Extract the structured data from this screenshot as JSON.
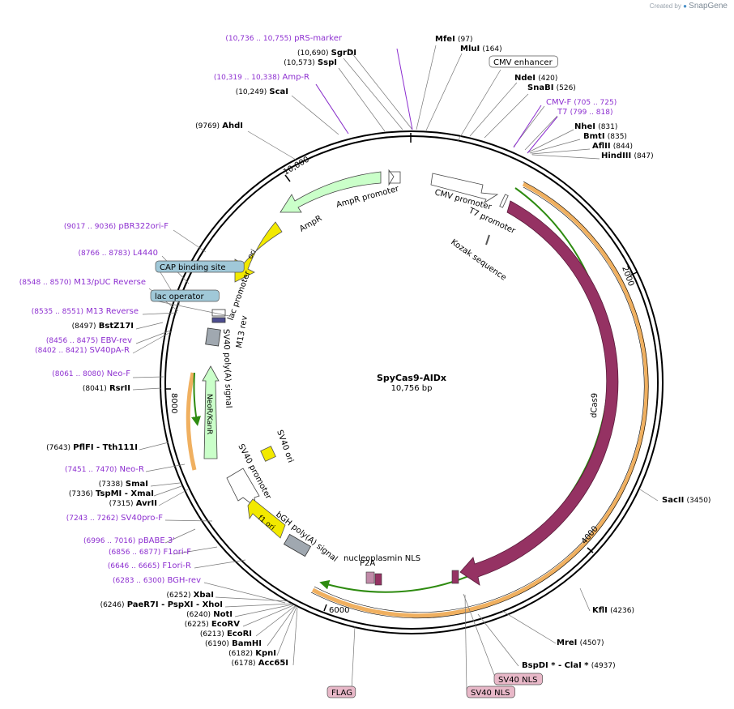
{
  "credit": {
    "prefix": "Created by",
    "brand": "SnapGene"
  },
  "plasmid": {
    "name": "SpyCas9-AIDx",
    "size_label": "10,756 bp",
    "length": 10756
  },
  "colors": {
    "primer": "#8d2fd0",
    "enzyme": "#000000",
    "backbone": "#000000",
    "cas9": "#953263",
    "cds_yellow": "#f2e900",
    "cds_green": "#caffc9",
    "promoter": "#ffffff",
    "orange": "#f0b060",
    "green": "#2e8b10",
    "feature_box": "#a0c8d8",
    "nls_box": "#e8b8c8"
  },
  "ticks": [
    "10,000",
    "2000",
    "4000",
    "6000",
    "8000"
  ],
  "labels": [
    {
      "text": "(10,736 .. 10,755)",
      "name": "pRS-marker",
      "type": "primer"
    },
    {
      "text": "(10,690)",
      "name": "SgrDI",
      "type": "enzyme"
    },
    {
      "text": "(10,573)",
      "name": "SspI",
      "type": "enzyme"
    },
    {
      "text": "(10,319 .. 10,338)",
      "name": "Amp-R",
      "type": "primer"
    },
    {
      "text": "(10,249)",
      "name": "ScaI",
      "type": "enzyme"
    },
    {
      "text": "(9769)",
      "name": "AhdI",
      "type": "enzyme"
    },
    {
      "text": "(9017 .. 9036)",
      "name": "pBR322ori-F",
      "type": "primer"
    },
    {
      "text": "(8766 .. 8783)",
      "name": "L4440",
      "type": "primer"
    },
    {
      "text": "",
      "name": "CAP binding site",
      "type": "box"
    },
    {
      "text": "(8548 .. 8570)",
      "name": "M13/pUC Reverse",
      "type": "primer"
    },
    {
      "text": "",
      "name": "lac operator",
      "type": "box"
    },
    {
      "text": "(8535 .. 8551)",
      "name": "M13 Reverse",
      "type": "primer"
    },
    {
      "text": "(8497)",
      "name": "BstZ17I",
      "type": "enzyme"
    },
    {
      "text": "(8456 .. 8475)",
      "name": "EBV-rev",
      "type": "primer"
    },
    {
      "text": "(8402 .. 8421)",
      "name": "SV40pA-R",
      "type": "primer"
    },
    {
      "text": "(8061 .. 8080)",
      "name": "Neo-F",
      "type": "primer"
    },
    {
      "text": "(8041)",
      "name": "RsrII",
      "type": "enzyme"
    },
    {
      "text": "(7643)",
      "name": "PflFI - Tth111I",
      "type": "enzyme"
    },
    {
      "text": "(7451 .. 7470)",
      "name": "Neo-R",
      "type": "primer"
    },
    {
      "text": "(7338)",
      "name": "SmaI",
      "type": "enzyme"
    },
    {
      "text": "(7336)",
      "name": "TspMI - XmaI",
      "type": "enzyme"
    },
    {
      "text": "(7315)",
      "name": "AvrII",
      "type": "enzyme"
    },
    {
      "text": "(7243 .. 7262)",
      "name": "SV40pro-F",
      "type": "primer"
    },
    {
      "text": "(6996 .. 7016)",
      "name": "pBABE 3'",
      "type": "primer"
    },
    {
      "text": "(6856 .. 6877)",
      "name": "F1ori-F",
      "type": "primer"
    },
    {
      "text": "(6646 .. 6665)",
      "name": "F1ori-R",
      "type": "primer"
    },
    {
      "text": "(6283 .. 6300)",
      "name": "BGH-rev",
      "type": "primer"
    },
    {
      "text": "(6252)",
      "name": "XbaI",
      "type": "enzyme"
    },
    {
      "text": "(6246)",
      "name": "PaeR7I - PspXI - XhoI",
      "type": "enzyme"
    },
    {
      "text": "(6240)",
      "name": "NotI",
      "type": "enzyme"
    },
    {
      "text": "(6225)",
      "name": "EcoRV",
      "type": "enzyme"
    },
    {
      "text": "(6213)",
      "name": "EcoRI",
      "type": "enzyme"
    },
    {
      "text": "(6190)",
      "name": "BamHI",
      "type": "enzyme"
    },
    {
      "text": "(6182)",
      "name": "KpnI",
      "type": "enzyme"
    },
    {
      "text": "(6178)",
      "name": "Acc65I",
      "type": "enzyme"
    },
    {
      "text": "(97)",
      "name": "MfeI",
      "type": "enzyme"
    },
    {
      "text": "(164)",
      "name": "MluI",
      "type": "enzyme"
    },
    {
      "text": "",
      "name": "CMV enhancer",
      "type": "box"
    },
    {
      "text": "(420)",
      "name": "NdeI",
      "type": "enzyme"
    },
    {
      "text": "(526)",
      "name": "SnaBI",
      "type": "enzyme"
    },
    {
      "text": "(705 .. 725)",
      "name": "CMV-F",
      "type": "primer"
    },
    {
      "text": "(799 .. 818)",
      "name": "T7",
      "type": "primer"
    },
    {
      "text": "(831)",
      "name": "NheI",
      "type": "enzyme"
    },
    {
      "text": "(835)",
      "name": "BmtI",
      "type": "enzyme"
    },
    {
      "text": "(844)",
      "name": "AflII",
      "type": "enzyme"
    },
    {
      "text": "(847)",
      "name": "HindIII",
      "type": "enzyme"
    },
    {
      "text": "(3450)",
      "name": "SacII",
      "type": "enzyme"
    },
    {
      "text": "(4236)",
      "name": "KflI",
      "type": "enzyme"
    },
    {
      "text": "(4507)",
      "name": "MreI",
      "type": "enzyme"
    },
    {
      "text": "(4937)",
      "name": "BspDI * - ClaI *",
      "type": "enzyme"
    },
    {
      "text": "",
      "name": "SV40 NLS",
      "type": "nls"
    },
    {
      "text": "",
      "name": "SV40 NLS",
      "type": "nls"
    },
    {
      "text": "",
      "name": "FLAG",
      "type": "nls"
    }
  ],
  "features": [
    {
      "name": "AmpR",
      "kind": "cds_green"
    },
    {
      "name": "AmpR promoter",
      "kind": "promoter"
    },
    {
      "name": "ori",
      "kind": "cds_yellow"
    },
    {
      "name": "lac promoter",
      "kind": "promoter"
    },
    {
      "name": "M13 rev",
      "kind": "misc"
    },
    {
      "name": "SV40 poly(A) signal",
      "kind": "misc"
    },
    {
      "name": "NeoR/KanR",
      "kind": "cds_green"
    },
    {
      "name": "SV40 ori",
      "kind": "cds_yellow"
    },
    {
      "name": "SV40 promoter",
      "kind": "promoter"
    },
    {
      "name": "f1 ori",
      "kind": "cds_yellow"
    },
    {
      "name": "bGH poly(A) signal",
      "kind": "misc"
    },
    {
      "name": "nucleoplasmin NLS",
      "kind": "cas9"
    },
    {
      "name": "P2A",
      "kind": "cas9"
    },
    {
      "name": "CMV promoter",
      "kind": "promoter"
    },
    {
      "name": "T7 promoter",
      "kind": "promoter"
    },
    {
      "name": "Kozak sequence",
      "kind": "misc"
    },
    {
      "name": "dCas9",
      "kind": "cas9"
    }
  ]
}
